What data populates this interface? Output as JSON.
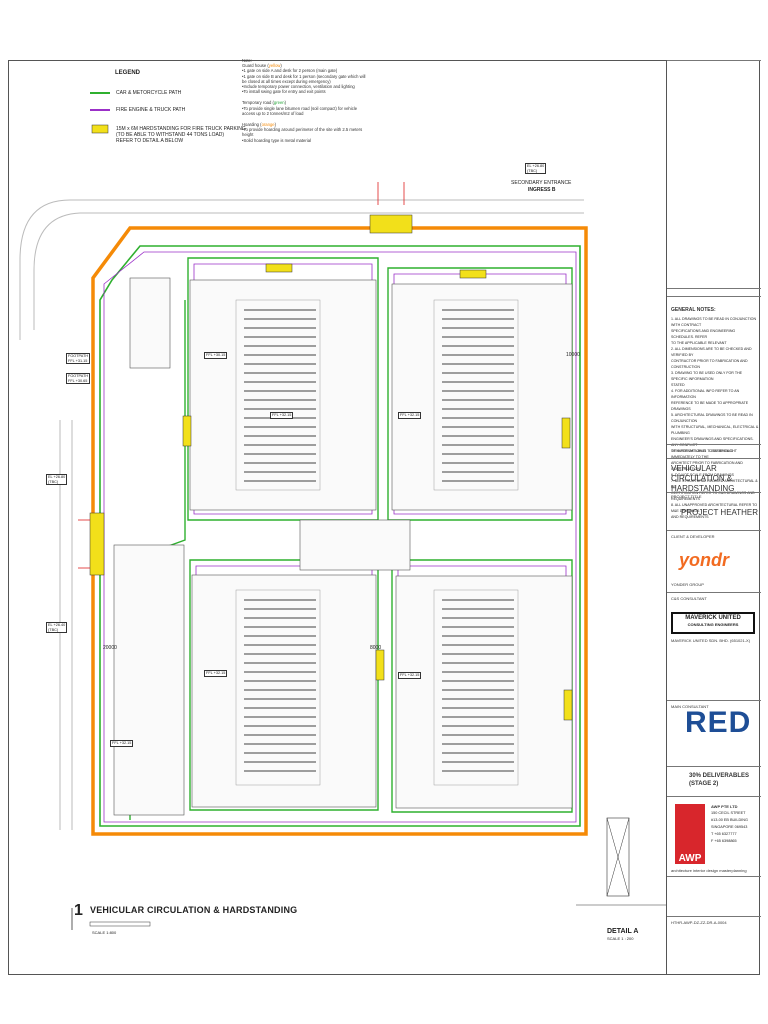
{
  "legend": {
    "title": "LEGEND",
    "items": [
      {
        "label": "CAR & METORCYCLE PATH",
        "color": "#2fb02f",
        "kind": "line"
      },
      {
        "label": "FIRE ENGINE & TRUCK PATH",
        "color": "#9b30c8",
        "kind": "line"
      },
      {
        "label": "15M x 6M HARDSTANDING FOR FIRE TRUCK PARKING",
        "label2": "(TO BE ABLE TO WITHSTAND 44 TONS LOAD)",
        "label3": "REFER TO DETAIL A BELOW",
        "color": "#f2e01a",
        "kind": "box"
      }
    ]
  },
  "notes": {
    "heading": "Note:",
    "guardhouse_title": "Guard house (",
    "guardhouse_color_word": "yellow",
    "guardhouse_lines": [
      "•1 gate on side A and desk for 2 person (main gate)",
      "•1 gate on side B and desk for 1 person (secondary gate which will",
      "be closed at all times except during emergency)",
      "•Include temporary power connection, ventilation and lighting",
      "•To install swing gate for entry and exit points"
    ],
    "road_title": "Temporary road (",
    "road_color_word": "green",
    "road_lines": [
      "•To provide single lane bitumen road (soil compact) for vehicle",
      "access up to 2 tonnes/m2 of load"
    ],
    "hoarding_title": "Hoarding (",
    "hoarding_color_word": "orange",
    "hoarding_lines": [
      "•To provide hoarding around perimeter of the site with 2.5 meters",
      "height",
      "•Solid hoarding type is metal material"
    ]
  },
  "labels": {
    "secondary_entrance": "SECONDARY ENTRANCE",
    "ingress_b": "INGRESS B",
    "el_top": "EL +26.80",
    "tbc": "(TBC)",
    "el_left": "EL +26.80",
    "el_left2": "EL +26.40",
    "footpath1": "FOOTPATH",
    "ffl1": "FFL +31.15",
    "footpath2": "FOOTPATH",
    "ffl2": "FFL +30.65",
    "ffl_a": "FFL +30.15",
    "ffl_b": "FFL +32.15",
    "ffl_c": "FFL +32.15",
    "ffl_d": "FFL +32.15",
    "ffl_e": "FFL +32.15",
    "ffl_f": "FFL +32.15",
    "dim_20000": "20000",
    "dim_10000": "10000",
    "dim_8000": "8000"
  },
  "drawing": {
    "scale_number": "1",
    "title": "VEHICULAR CIRCULATION & HARDSTANDING",
    "scale_text": "SCALE 1:800",
    "detail_title": "DETAIL A",
    "detail_scale": "SCALE 1 : 200"
  },
  "titleblock": {
    "general_notes": "GENERAL NOTES:",
    "notes_lines": [
      "1. ALL DRAWINGS TO BE READ IN CONJUNCTION WITH CONTRACT",
      "SPECIFICATIONS AND ENGINEERING SCHEDULES. REFER",
      "TO THE APPLICABLE RELEVANT",
      "2. ALL DIMENSIONS ARE TO BE CHECKED AND VERIFIED BY",
      "CONTRACTOR PRIOR TO FABRICATION AND CONSTRUCTION",
      "3. DRAWING TO BE USED ONLY FOR THE SPECIFIC INFORMATION",
      "STATED",
      "4. FOR ADDITIONAL INFO REFER TO AN INFORMATION",
      "REFERENCE TO BE MADE TO APPROPRIATE DRAWINGS",
      "5. ARCHITECTURAL DRAWINGS TO BE READ IN CONJUNCTION",
      "WITH STRUCTURAL, MECHANICAL, ELECTRICAL & PLUMBING",
      "ENGINEER'S DRAWINGS AND SPECIFICATIONS. ANY CONFLICT",
      "OF INFORMATION IS TO BE BROUGHT IMMEDIATELY TO THE",
      "ARCHITECT PRIOR TO FABRICATION AND CONSTRUCTION.",
      "6. DO NOT SCALE FROM DRAWINGS",
      "7. ALL STRUCTURAL RELATED ARCHITECTURAL & PE",
      "CERTIFICATION REFER TO C&S DRAWINGS AND",
      "REQUIREMENTS",
      "8. ALL UNAPPROVED ARCHITECTURAL REFER TO M&E DRAWINGS",
      "AND REQUIREMENTS"
    ],
    "tenure_label": "TENURE OF LAND",
    "tenure_value": "LEASEHOLD",
    "sheet_title": "VEHICULAR CIRCULATION & HARDSTANDING",
    "project_label": "PROJECT TITLE",
    "project": "PROJECT HEATHER",
    "client_label": "CLIENT & DEVELOPER",
    "client_logo": "yondr",
    "client_name": "YONDER GROUP",
    "cs_label": "C&S CONSULTANT",
    "maverick_logo_1": "MAVERICK UNITED",
    "maverick_logo_2": "CONSULTING ENGINEERS",
    "maverick_name": "MAVERICK UNITED SDN. BHD. (651021-X)",
    "main_label": "MAIN CONSULTANT",
    "red_logo": "RED",
    "deliverables_1": "30% DELIVERABLES",
    "deliverables_2": "(STAGE 2)",
    "awp_name": "AWP PTE LTD",
    "awp_lines": [
      "150 CECIL STREET",
      "#13-00 EB BUILDING",
      "SINGAPORE 069543",
      "T +65 6327777",
      "F +65 6398865"
    ],
    "awp_logo": "AWP",
    "awp_services": "architecture   interior design   masterplanning",
    "drawing_no": "HTHR-AWP-DZ-ZZ-DR-A-0004"
  }
}
